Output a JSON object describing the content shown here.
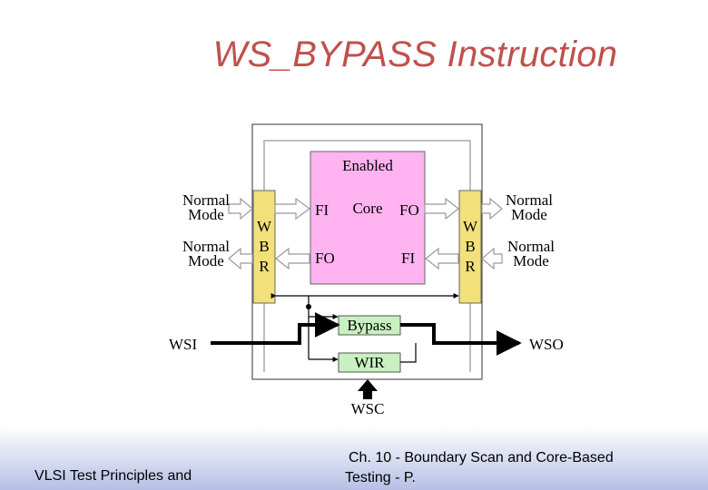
{
  "slide": {
    "title": "WS_BYPASS Instruction"
  },
  "diagram": {
    "core": {
      "state_label": "Enabled",
      "name": "Core"
    },
    "core_ports": {
      "left_top": "FI",
      "right_top": "FO",
      "left_bottom": "FO",
      "right_bottom": "FI"
    },
    "wbr_left": [
      "W",
      "B",
      "R"
    ],
    "wbr_right": [
      "W",
      "B",
      "R"
    ],
    "normal_mode": {
      "left_top": [
        "Normal",
        "Mode"
      ],
      "left_bottom": [
        "Normal",
        "Mode"
      ],
      "right_top": [
        "Normal",
        "Mode"
      ],
      "right_bottom": [
        "Normal",
        "Mode"
      ]
    },
    "bypass_label": "Bypass",
    "wir_label": "WIR",
    "wsi_label": "WSI",
    "wso_label": "WSO",
    "wsc_label": "WSC",
    "colors": {
      "core_fill": "#ffb3f0",
      "register_fill": "#c8f0c0",
      "wbr_fill": "#f2e07a",
      "title": "#c0504d"
    }
  },
  "footer": {
    "left": "VLSI Test Principles and",
    "right_line1": "Ch. 10 - Boundary Scan and Core-Based",
    "right_line2": "Testing - P."
  }
}
